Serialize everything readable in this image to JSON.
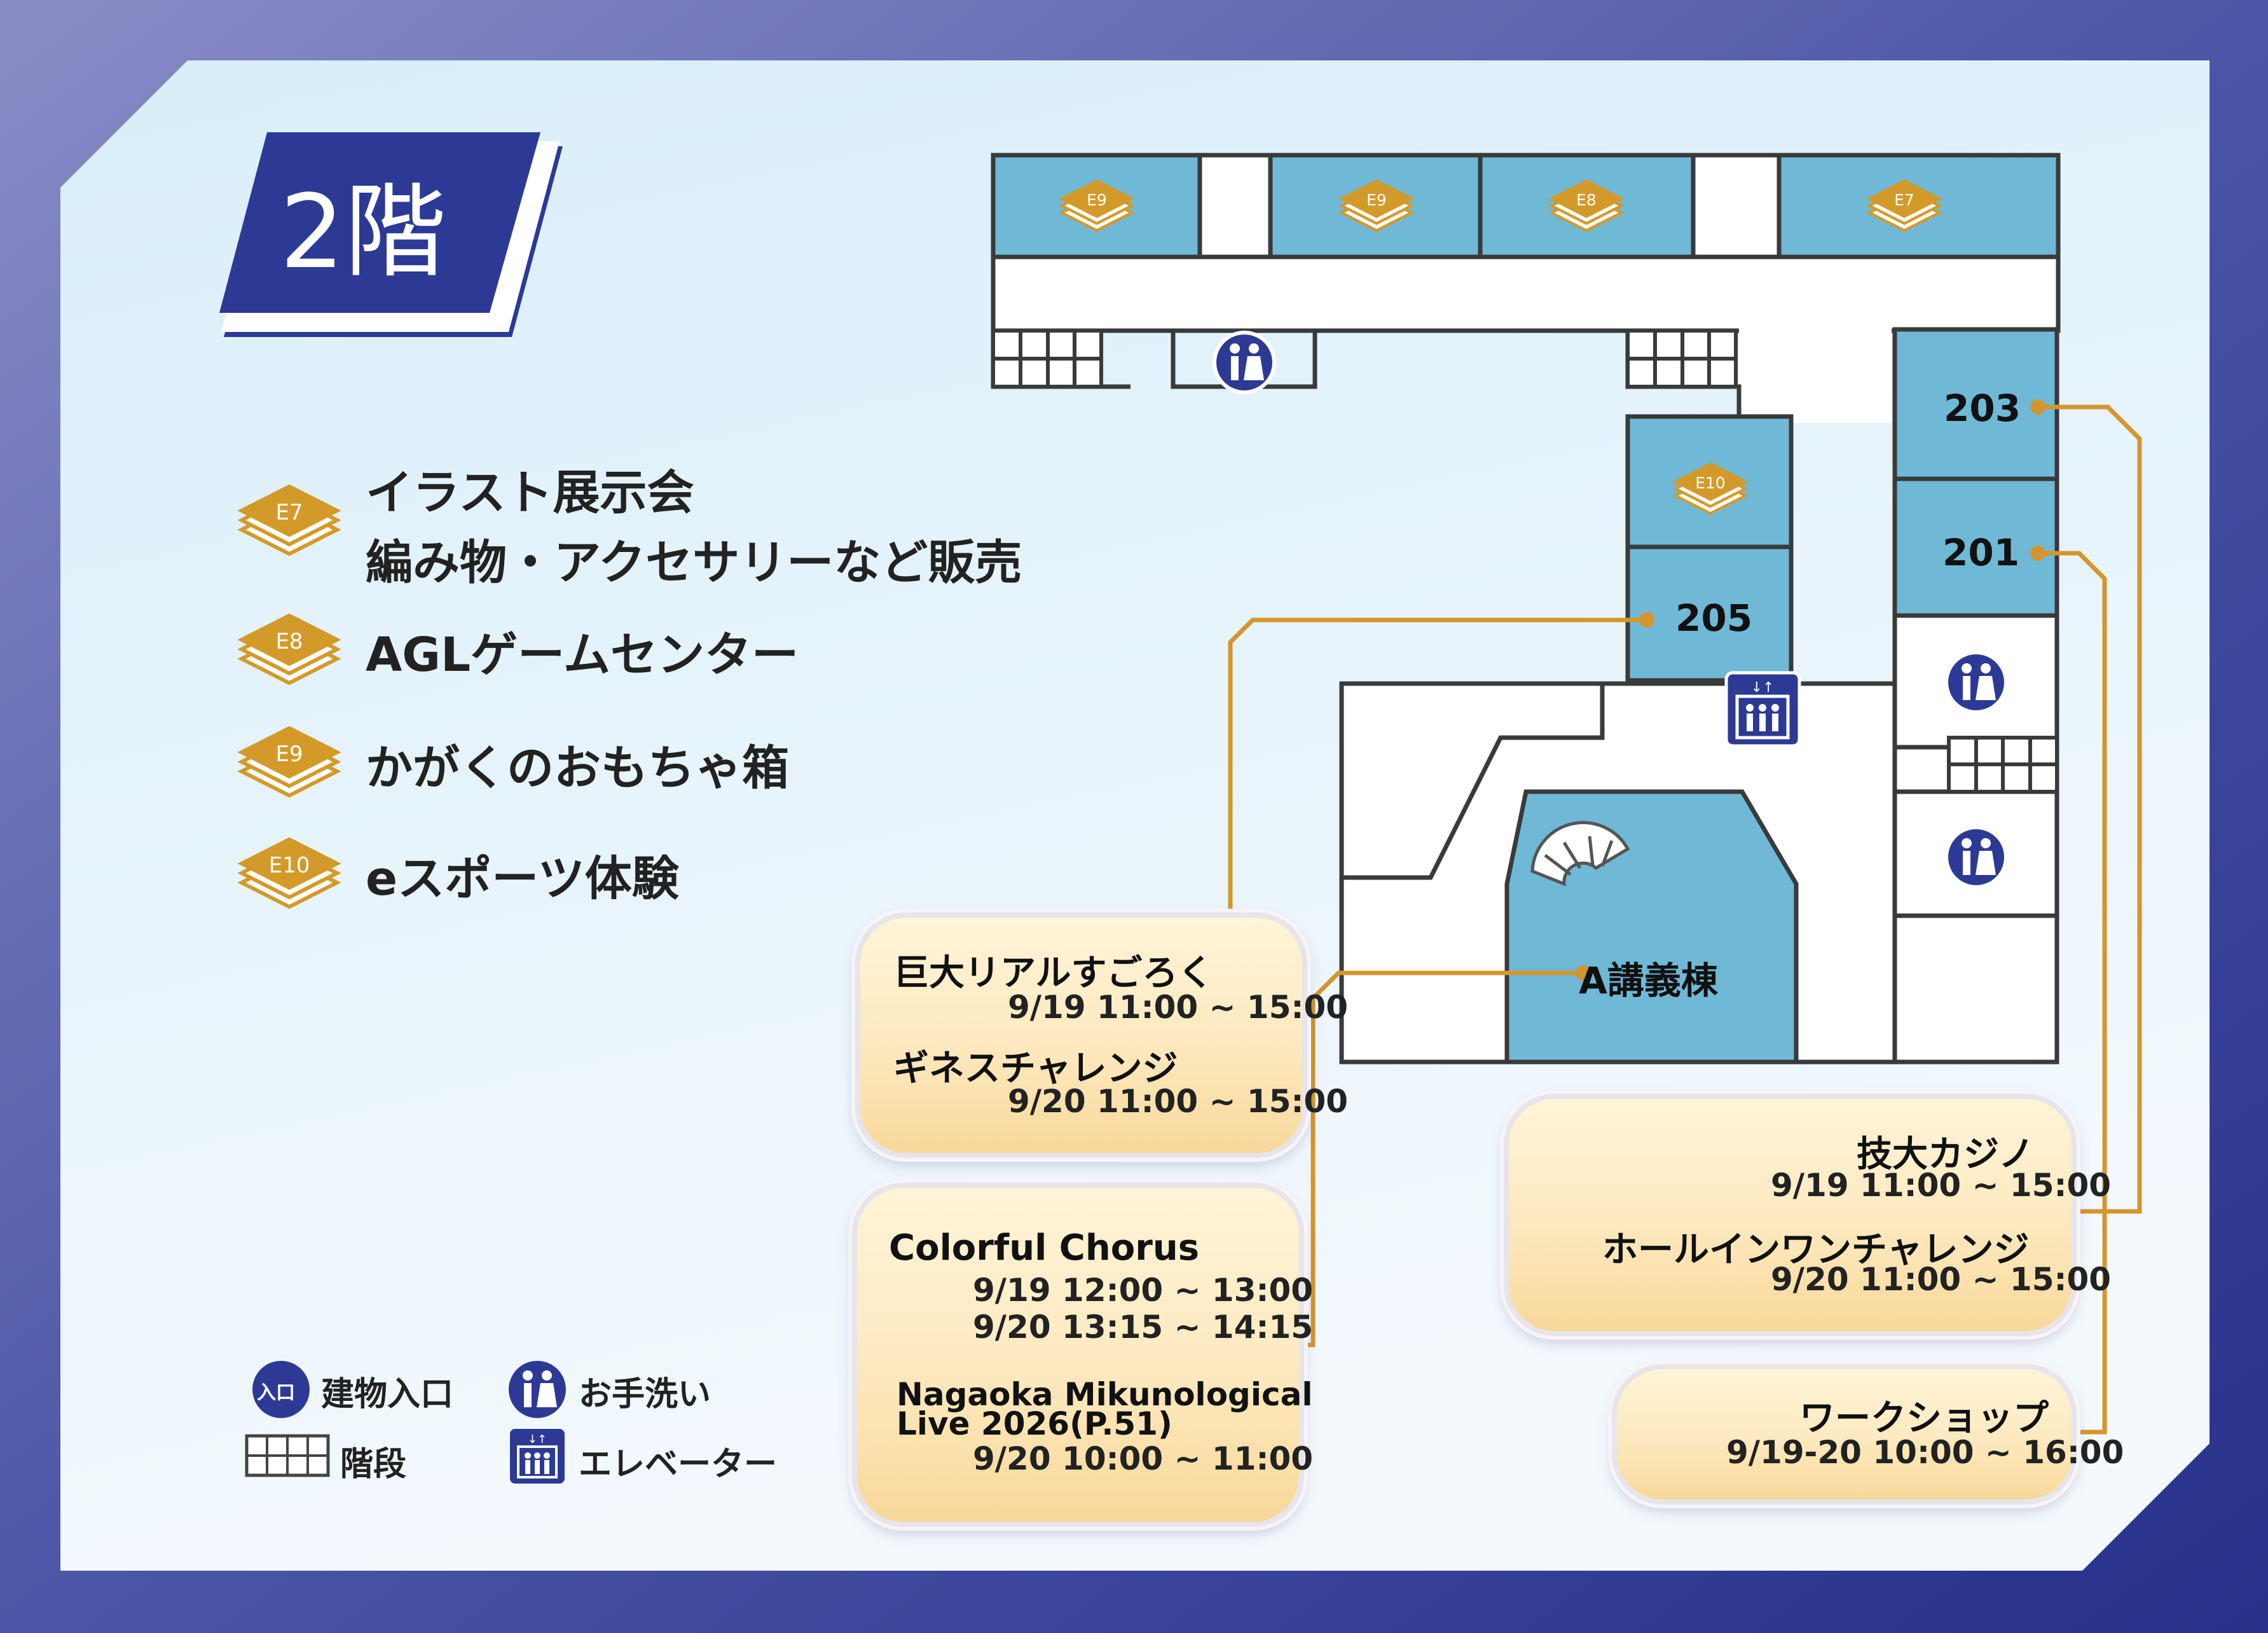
{
  "floor_title": "2階",
  "legend": [
    {
      "code": "E7",
      "lines": [
        "イラスト展示会",
        "編み物・アクセサリーなど販売"
      ]
    },
    {
      "code": "E8",
      "lines": [
        "AGLゲームセンター"
      ]
    },
    {
      "code": "E9",
      "lines": [
        "かがくのおもちゃ箱"
      ]
    },
    {
      "code": "E10",
      "lines": [
        "eスポーツ体験"
      ]
    }
  ],
  "map": {
    "top_booths": [
      "E9",
      "E9",
      "E8",
      "E7"
    ],
    "center_booth": "E10",
    "rooms": {
      "r203": "203",
      "r201": "201",
      "r205": "205",
      "lecture": "A講義棟"
    }
  },
  "events": {
    "left_top": [
      {
        "title": "巨大リアルすごろく",
        "time": "9/19  11:00 ~ 15:00"
      },
      {
        "title": "ギネスチャレンジ",
        "time": "9/20  11:00 ~ 15:00"
      }
    ],
    "left_bottom": {
      "title": "Colorful Chorus",
      "times": [
        "9/19  12:00 ~ 13:00",
        "9/20  13:15 ~ 14:15"
      ],
      "title2_line1": "Nagaoka Mikunological",
      "title2_line2": "Live 2026(P.51)",
      "time2": "9/20  10:00 ~ 11:00"
    },
    "right_top": [
      {
        "title": "技大カジノ",
        "time": "9/19  11:00 ~ 15:00"
      },
      {
        "title": "ホールインワンチャレンジ",
        "time": "9/20  11:00 ~ 15:00"
      }
    ],
    "right_bottom": {
      "title": "ワークショップ",
      "time": "9/19-20  10:00 ~ 16:00"
    }
  },
  "key": {
    "entrance_badge": "入口",
    "entrance": "建物入口",
    "restroom": "お手洗い",
    "stairs": "階段",
    "elevator": "エレベーター"
  },
  "colors": {
    "frame": "#3b4597",
    "room": "#6fb9d6",
    "booth_icon": "#d39a2a",
    "connector": "#d4962c",
    "title_badge": "#2c3a96"
  }
}
